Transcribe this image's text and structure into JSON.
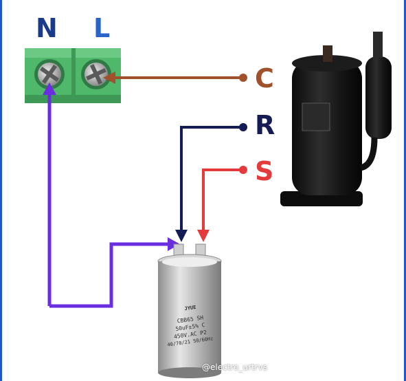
{
  "terminal": {
    "neutral": "N",
    "live": "L"
  },
  "compressor_pins": {
    "common": "C",
    "run": "R",
    "start": "S"
  },
  "capacitor": {
    "brand": "JYUE",
    "lines": [
      "CBB65   SH",
      "50uF±5%   C",
      "450V.AC   P2",
      "40/70/21 50/60Hz"
    ]
  },
  "watermark": "@electro_urtrvs",
  "colors": {
    "n_wire": "#6a2ee0",
    "c_wire": "#a0512b",
    "r_wire": "#151c55",
    "s_wire": "#e33b3b",
    "terminal_block": "#4fb86a",
    "frame": "#1f57c8"
  }
}
